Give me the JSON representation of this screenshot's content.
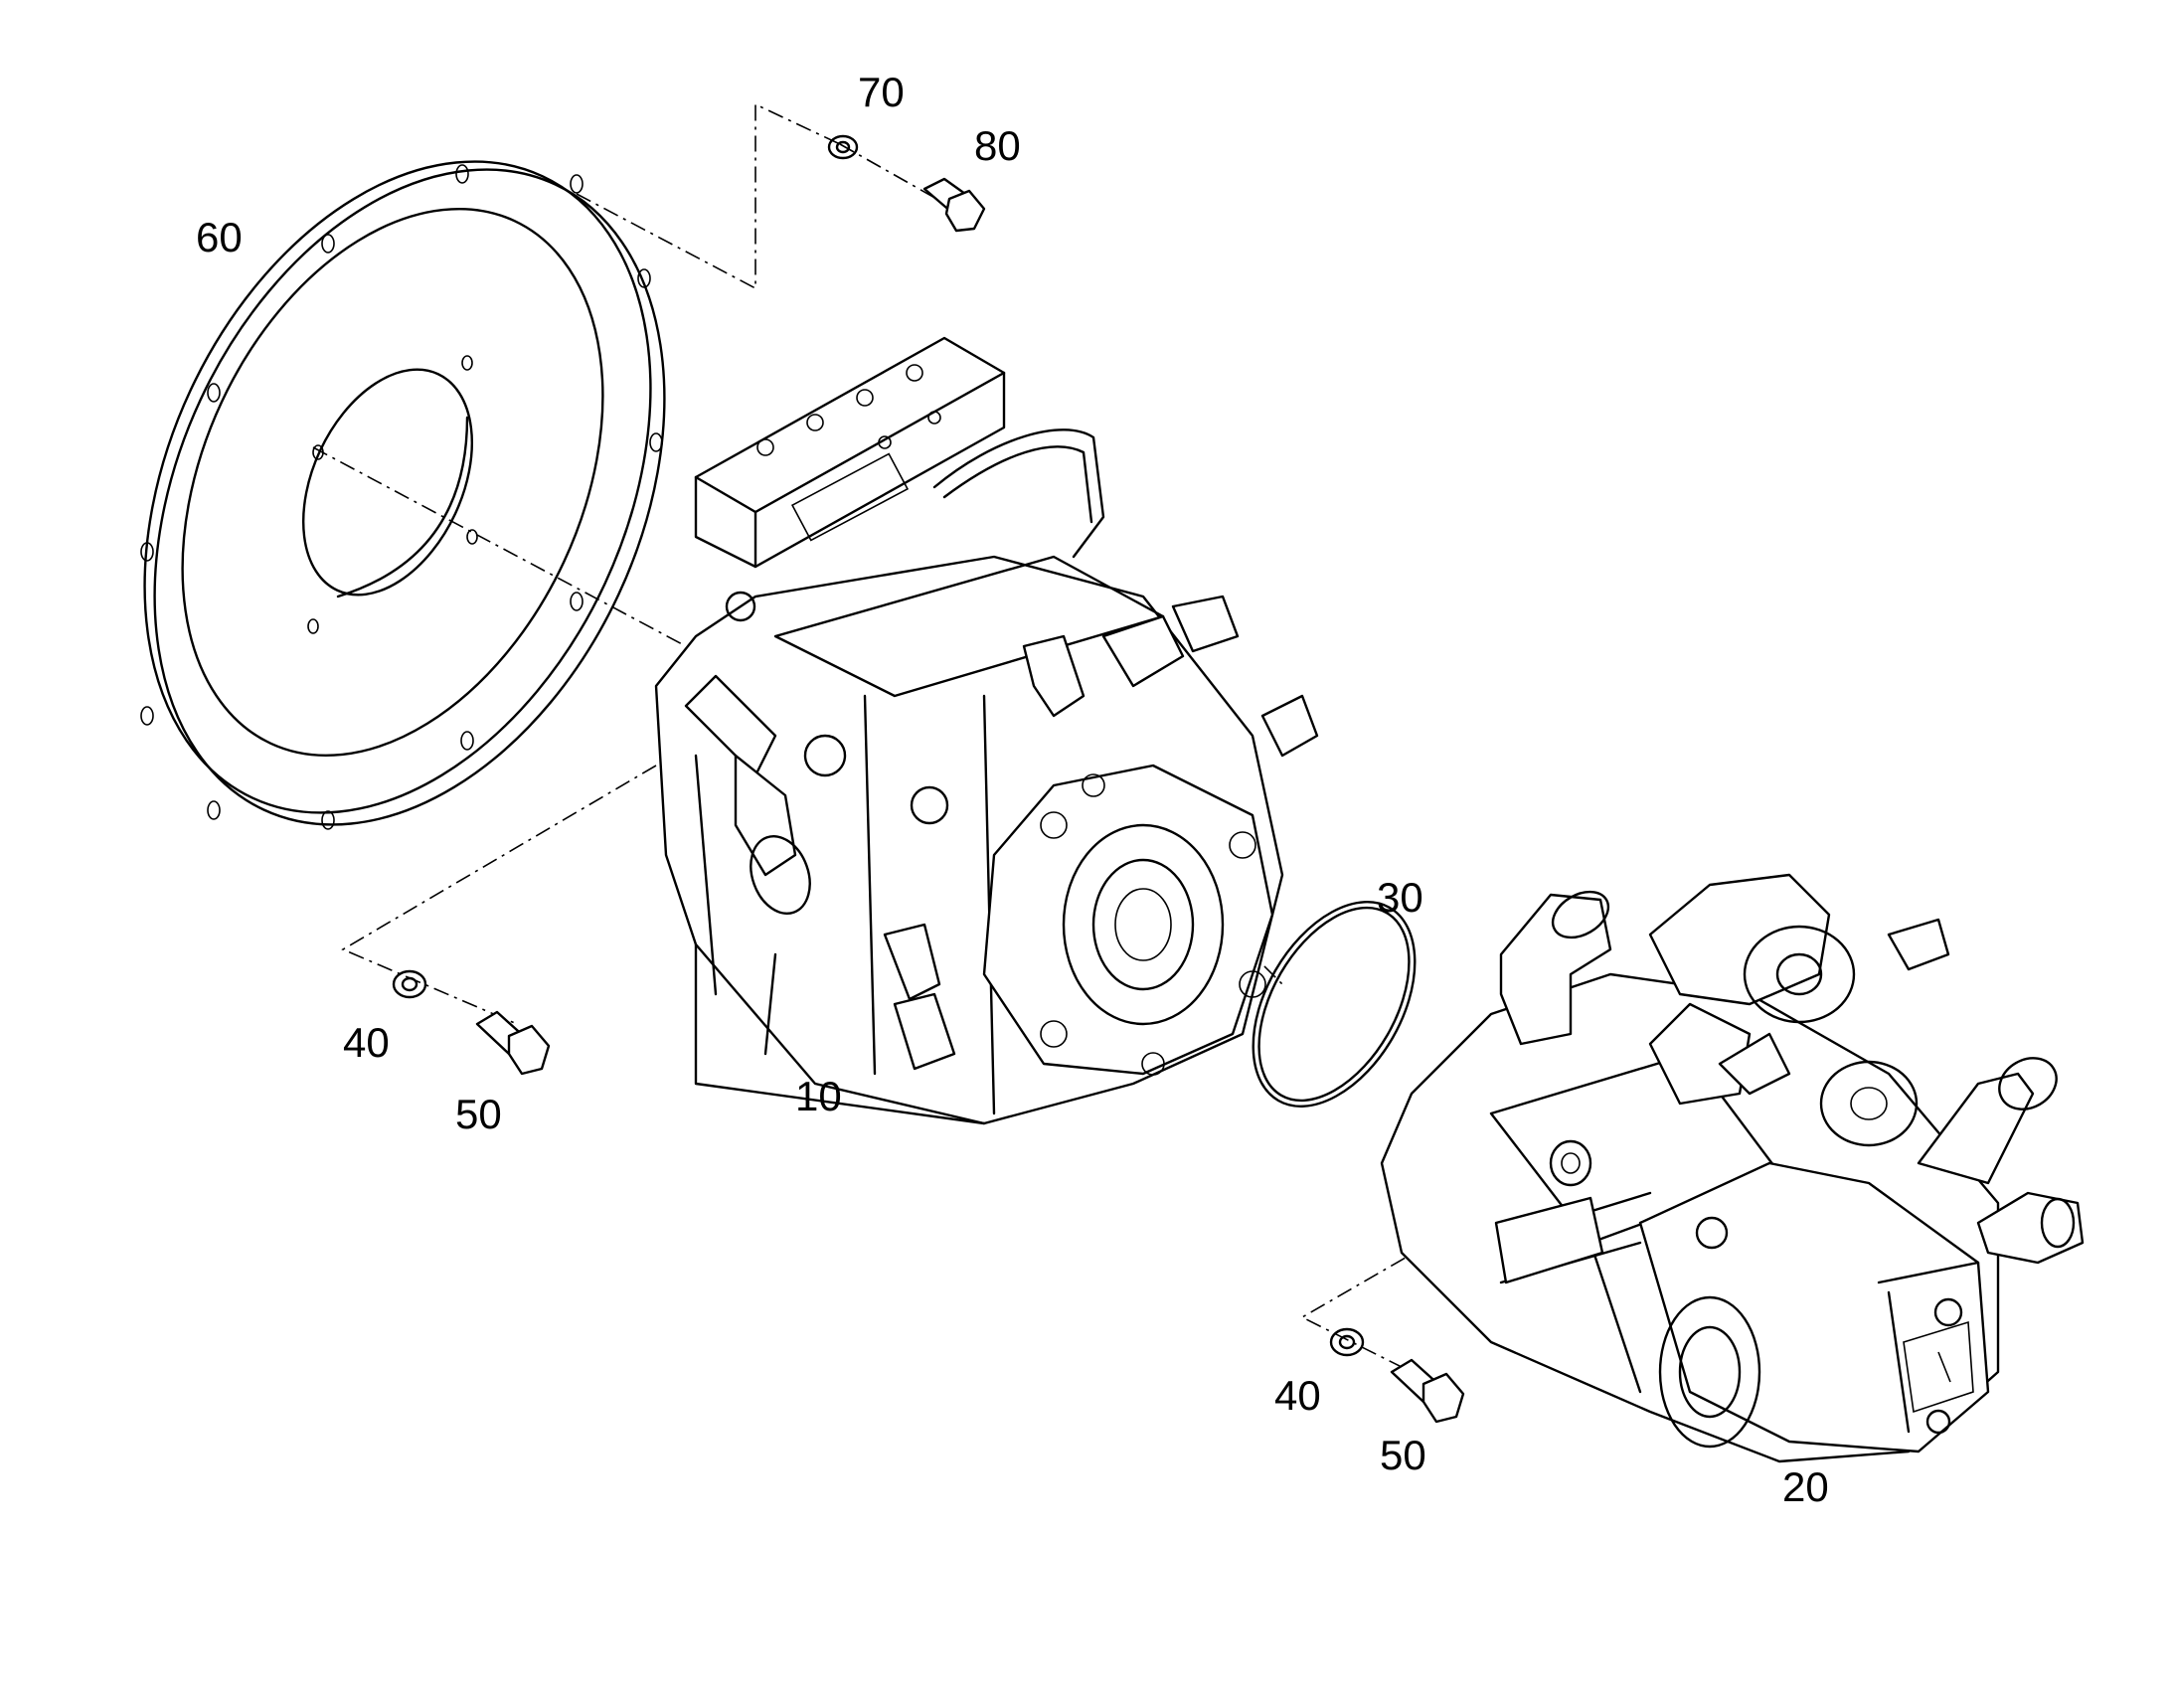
{
  "diagram": {
    "callouts": [
      {
        "id": "60",
        "label": "60"
      },
      {
        "id": "70",
        "label": "70"
      },
      {
        "id": "80",
        "label": "80"
      },
      {
        "id": "10",
        "label": "10"
      },
      {
        "id": "30",
        "label": "30"
      },
      {
        "id": "40a",
        "label": "40"
      },
      {
        "id": "50a",
        "label": "50"
      },
      {
        "id": "40b",
        "label": "40"
      },
      {
        "id": "50b",
        "label": "50"
      },
      {
        "id": "20",
        "label": "20"
      }
    ]
  }
}
